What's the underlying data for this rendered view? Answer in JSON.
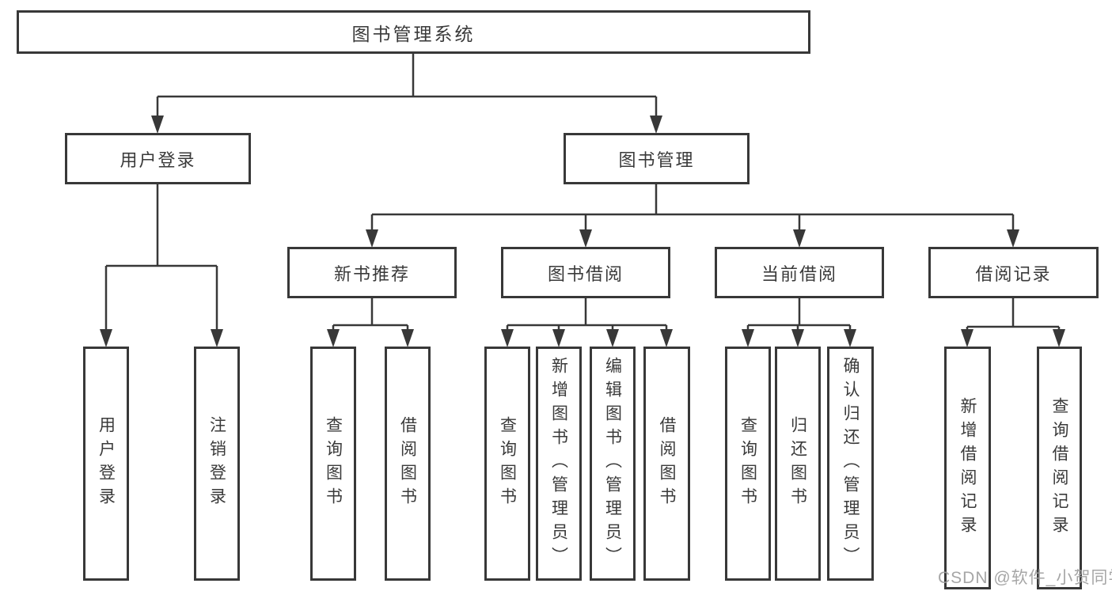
{
  "tree": {
    "label": "图书管理系统",
    "children": [
      {
        "label": "用户登录",
        "children": [
          {
            "label": "用户登录"
          },
          {
            "label": "注销登录"
          }
        ]
      },
      {
        "label": "图书管理",
        "children": [
          {
            "label": "新书推荐",
            "children": [
              {
                "label": "查询图书"
              },
              {
                "label": "借阅图书"
              }
            ]
          },
          {
            "label": "图书借阅",
            "children": [
              {
                "label": "查询图书"
              },
              {
                "label": "新增图书（管理员）"
              },
              {
                "label": "编辑图书（管理员）"
              },
              {
                "label": "借阅图书"
              }
            ]
          },
          {
            "label": "当前借阅",
            "children": [
              {
                "label": "查询图书"
              },
              {
                "label": "归还图书"
              },
              {
                "label": "确认归还（管理员）"
              }
            ]
          },
          {
            "label": "借阅记录",
            "children": [
              {
                "label": "新增借阅记录"
              },
              {
                "label": "查询借阅记录"
              }
            ]
          }
        ]
      }
    ]
  },
  "watermark": {
    "text": "CSDN @软件_小贺同学"
  },
  "colors": {
    "line": "#383838",
    "text": "#3a3a3a",
    "box_background": "#ffffff",
    "watermark": "#9e9e9e",
    "background": "#ffffff"
  }
}
